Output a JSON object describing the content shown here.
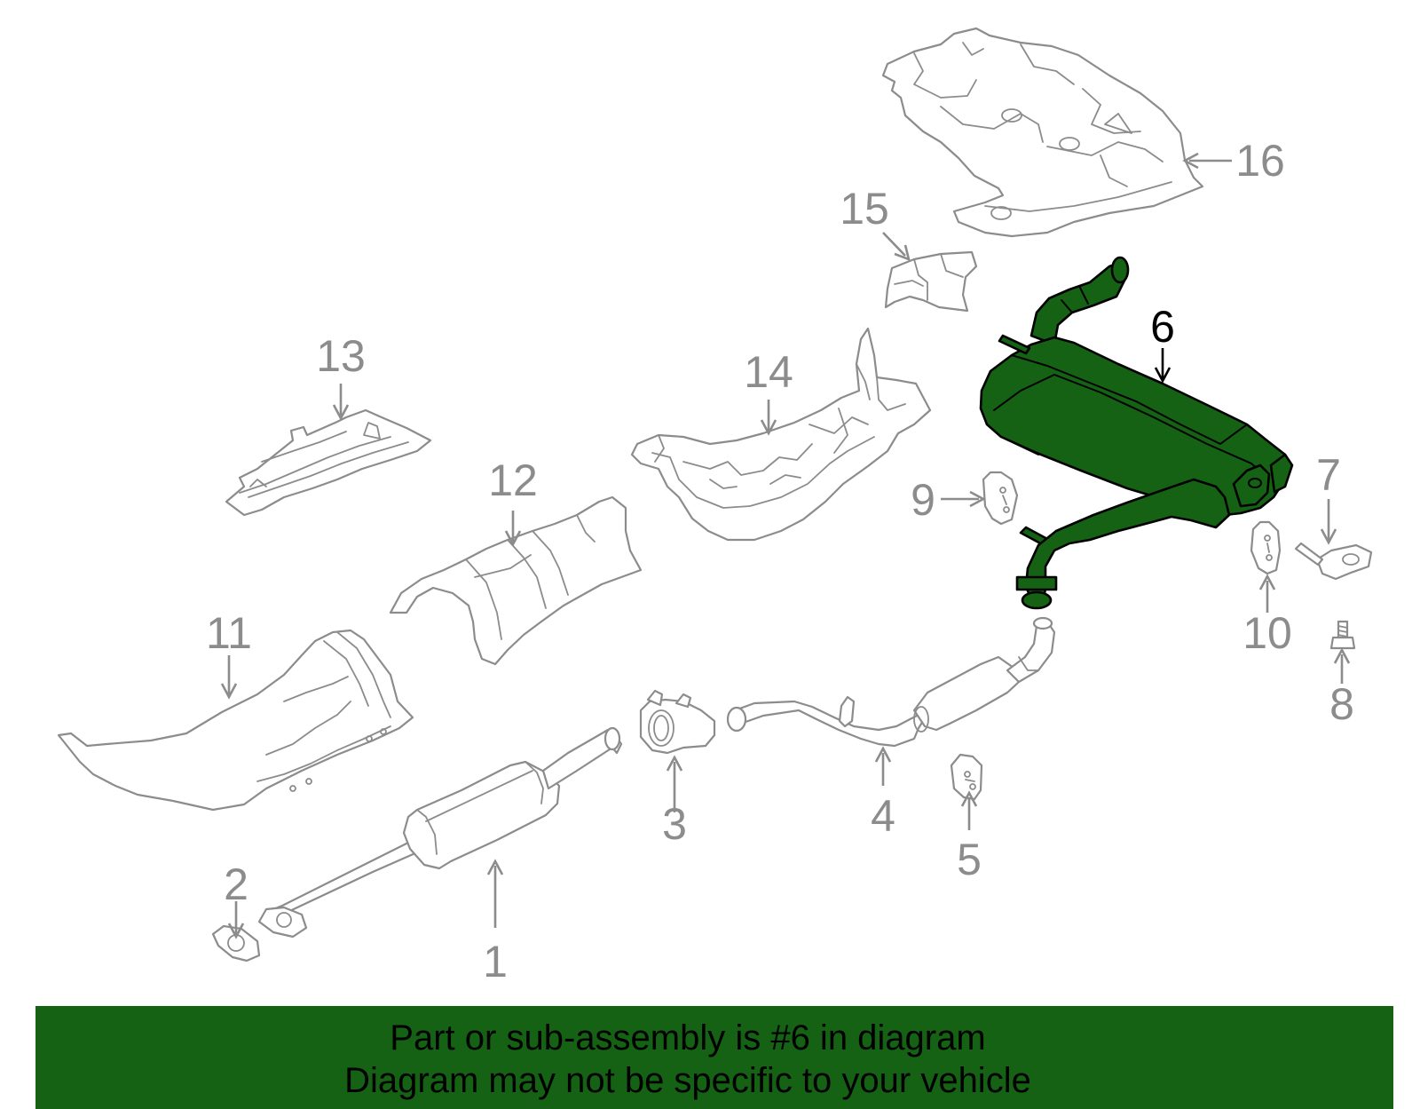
{
  "colors": {
    "highlight_fill": "#156214",
    "highlight_stroke": "#000000",
    "part_stroke": "#8c8c8c",
    "banner_bg": "#156214",
    "banner_text": "#000000"
  },
  "highlighted_part": "6",
  "callouts": {
    "c1": "1",
    "c2": "2",
    "c3": "3",
    "c4": "4",
    "c5": "5",
    "c6": "6",
    "c7": "7",
    "c8": "8",
    "c9": "9",
    "c10": "10",
    "c11": "11",
    "c12": "12",
    "c13": "13",
    "c14": "14",
    "c15": "15",
    "c16": "16"
  },
  "banner": {
    "line1": "Part or sub-assembly is #6 in diagram",
    "line2": "Diagram may not be specific to your vehicle"
  }
}
